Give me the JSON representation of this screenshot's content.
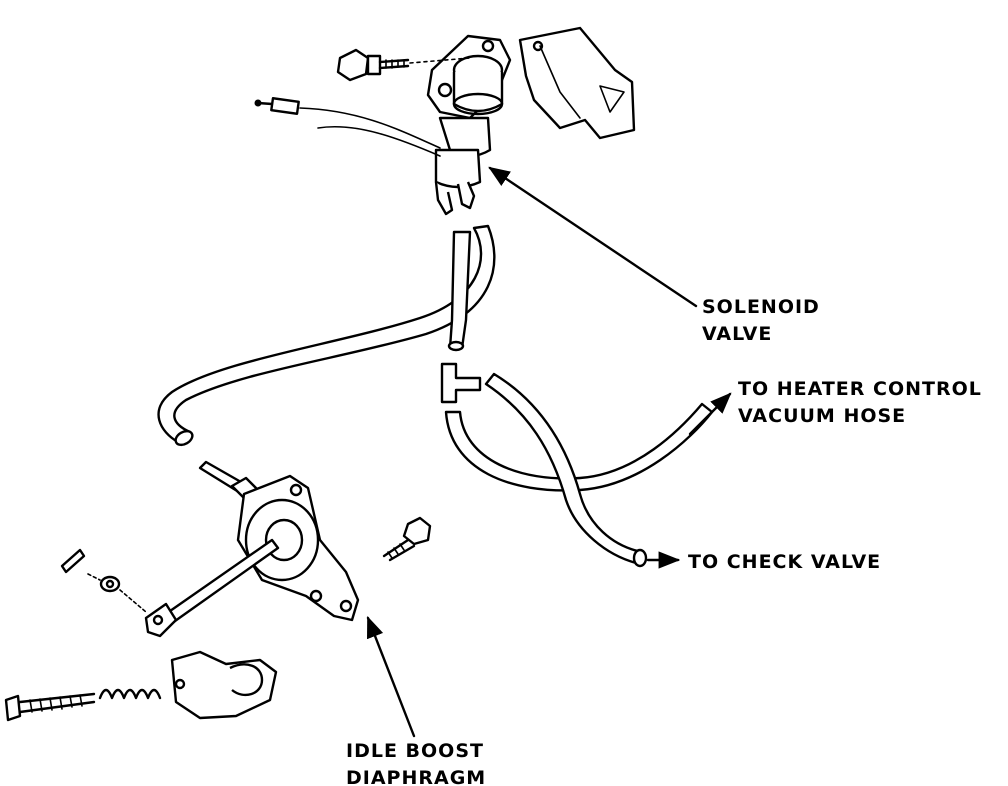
{
  "labels": {
    "solenoid_valve": [
      "SOLENOID",
      "VALVE"
    ],
    "heater_hose": [
      "TO HEATER CONTROL",
      "VACUUM HOSE"
    ],
    "check_valve": [
      "TO CHECK VALVE"
    ],
    "idle_boost": [
      "IDLE BOOST",
      "DIAPHRAGM"
    ]
  },
  "colors": {
    "ink": "#000000",
    "paper": "#ffffff"
  }
}
